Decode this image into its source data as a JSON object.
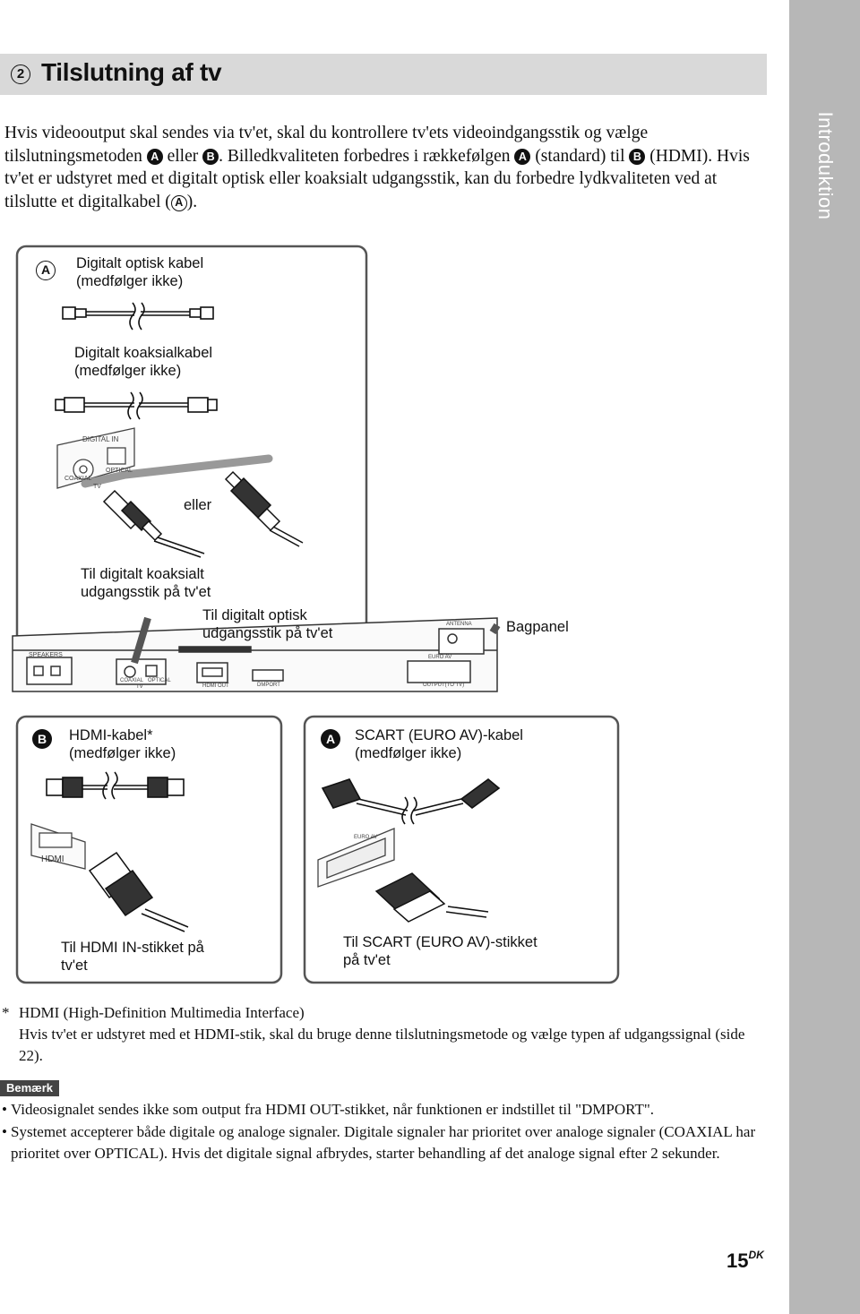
{
  "sidebar": {
    "label": "Introduktion"
  },
  "header": {
    "number": "2",
    "title": "Tilslutning af tv"
  },
  "intro": {
    "p1": "Hvis videooutput skal sendes via tv'et, skal du kontrollere tv'ets videoindgangsstik og vælge tilslutningsmetoden",
    "a": "A",
    "or": "eller",
    "b": "B",
    "p2": ". Billedkvaliteten forbedres i rækkefølgen",
    "p3": "(standard) til",
    "p4": "(HDMI).",
    "p5": "Hvis tv'et er udstyret med et digitalt optisk eller koaksialt udgangsstik, kan du forbedre lydkvaliteten ved at tilslutte et digitalkabel (",
    "p6": ")."
  },
  "panel_a_audio": {
    "badge": "A",
    "optical_line1": "Digitalt optisk kabel",
    "optical_line2": "(medfølger ikke)",
    "coax_line1": "Digitalt koaksialkabel",
    "coax_line2": "(medfølger ikke)",
    "port_panel_label": "DIGITAL IN",
    "port_coaxial": "COAXIAL",
    "port_optical": "OPTICAL",
    "port_tv": "TV",
    "or_label": "eller",
    "coax_dest_line1": "Til digitalt koaksialt",
    "coax_dest_line2": "udgangsstik på tv'et",
    "optical_dest_line1": "Til digitalt optisk",
    "optical_dest_line2": "udgangsstik på tv'et"
  },
  "rear_panel": {
    "label": "Bagpanel",
    "speakers": "SPEAKERS",
    "coaxial": "COAXIAL",
    "optical": "OPTICAL",
    "tv": "TV",
    "hdmi_out": "HDMI OUT",
    "dmport": "DMPORT",
    "antenna": "ANTENNA",
    "euro_av": "EURO AV",
    "output": "OUTPUT(TO TV)"
  },
  "panel_b_hdmi": {
    "badge": "B",
    "cable_line1": "HDMI-kabel*",
    "cable_line2": "(medfølger ikke)",
    "port_label": "HDMI",
    "dest_line1": "Til HDMI IN-stikket på",
    "dest_line2": "tv'et"
  },
  "panel_a_scart": {
    "badge": "A",
    "cable_line1": "SCART (EURO AV)-kabel",
    "cable_line2": "(medfølger ikke)",
    "port_label": "EURO AV",
    "dest_line1": "Til SCART (EURO AV)-stikket",
    "dest_line2": "på tv'et"
  },
  "footnote": {
    "marker": "*",
    "title": "HDMI (High-Definition Multimedia Interface)",
    "body": "Hvis tv'et er udstyret med et HDMI-stik, skal du bruge denne tilslutningsmetode og vælge typen af udgangssignal (side 22)."
  },
  "note": {
    "tag": "Bemærk",
    "bullets": [
      "Videosignalet sendes ikke som output fra HDMI OUT-stikket, når funktionen er indstillet til \"DMPORT\".",
      "Systemet accepterer både digitale og analoge signaler. Digitale signaler har prioritet over analoge signaler (COAXIAL har prioritet over OPTICAL). Hvis det digitale signal afbrydes, starter behandling af det analoge signal efter 2 sekunder."
    ]
  },
  "page": {
    "number": "15",
    "suffix": "DK"
  }
}
